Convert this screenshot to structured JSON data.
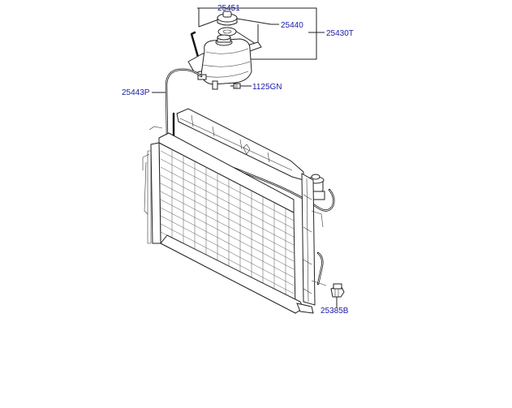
{
  "parts": {
    "cap": "25451",
    "seal": "25440",
    "reservoir_assy": "25430T",
    "overflow_hose": "25443P",
    "bolt": "1125GN",
    "drain_plug": "25385B"
  }
}
